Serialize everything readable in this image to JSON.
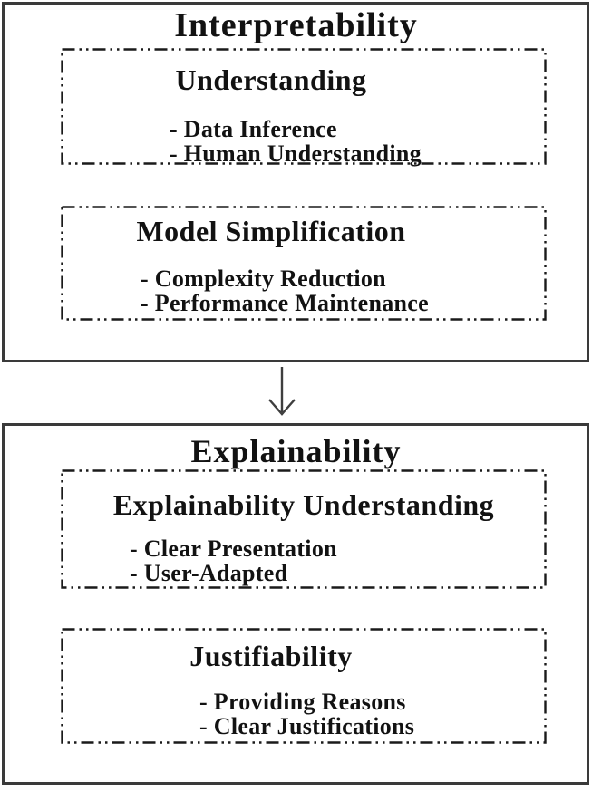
{
  "diagram": {
    "connector": "down-arrow",
    "colors": {
      "background": "#ffffff",
      "solid_border": "#3a3a3a",
      "dash_border": "#1a1a1a",
      "text": "#121212"
    },
    "sections": [
      {
        "title": "Interpretability",
        "boxes": [
          {
            "title": "Understanding",
            "items": [
              "- Data Inference",
              "- Human Understanding"
            ]
          },
          {
            "title": "Model Simplification",
            "items": [
              "- Complexity Reduction",
              "- Performance Maintenance"
            ]
          }
        ]
      },
      {
        "title": "Explainability",
        "boxes": [
          {
            "title": "Explainability Understanding",
            "items": [
              "- Clear Presentation",
              "- User-Adapted"
            ]
          },
          {
            "title": "Justifiability",
            "items": [
              "- Providing Reasons",
              "- Clear Justifications"
            ]
          }
        ]
      }
    ]
  }
}
